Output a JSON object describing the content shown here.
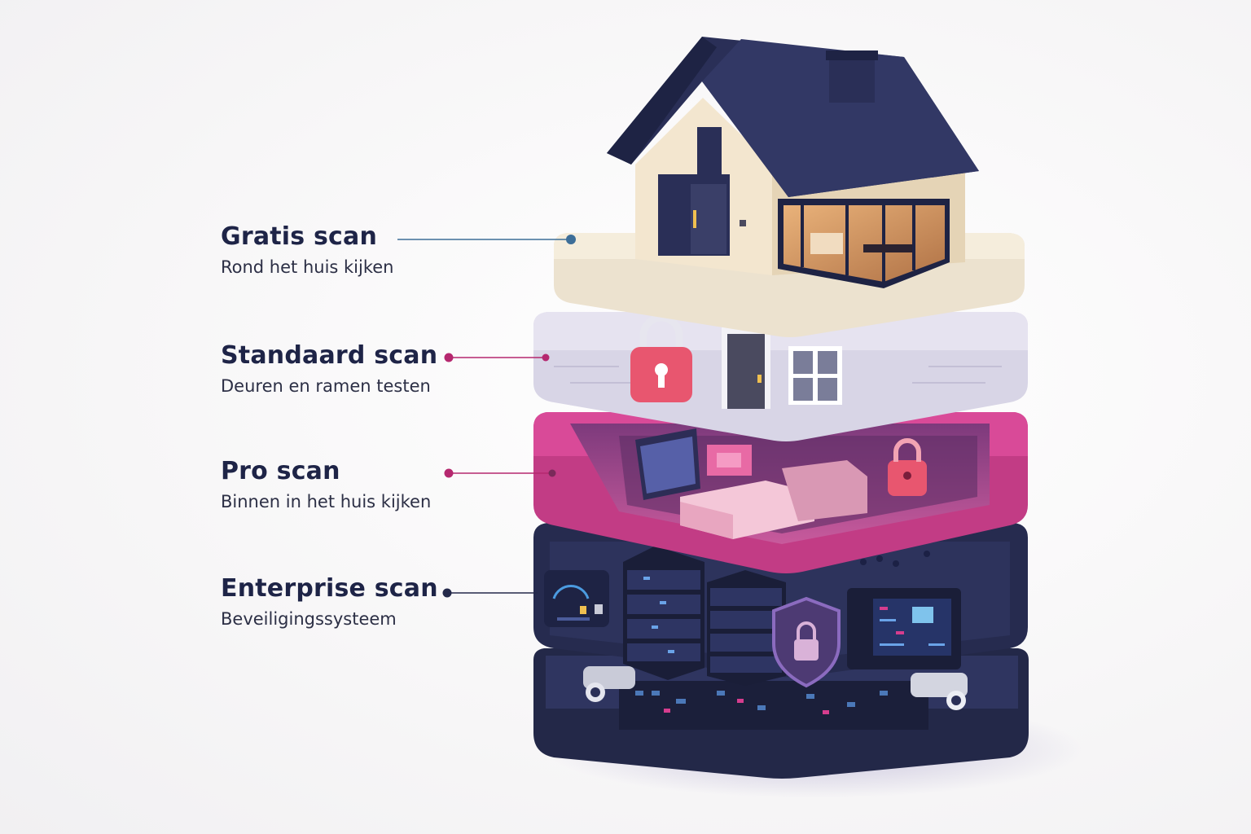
{
  "tiers": [
    {
      "title": "Gratis scan",
      "subtitle": "Rond het huis kijken",
      "color": "#3d6e98"
    },
    {
      "title": "Standaard scan",
      "subtitle": "Deuren en ramen testen",
      "color": "#b5286f"
    },
    {
      "title": "Pro scan",
      "subtitle": "Binnen in het huis kijken",
      "color": "#b5286f"
    },
    {
      "title": "Enterprise scan",
      "subtitle": "Beveiligingssysteem",
      "color": "#24294a"
    }
  ],
  "palette": {
    "navy": "#2a2f57",
    "pink": "#d63d8e",
    "cream": "#f1e8d8",
    "lavender": "#dcd9e8",
    "lock": "#e8566f"
  }
}
